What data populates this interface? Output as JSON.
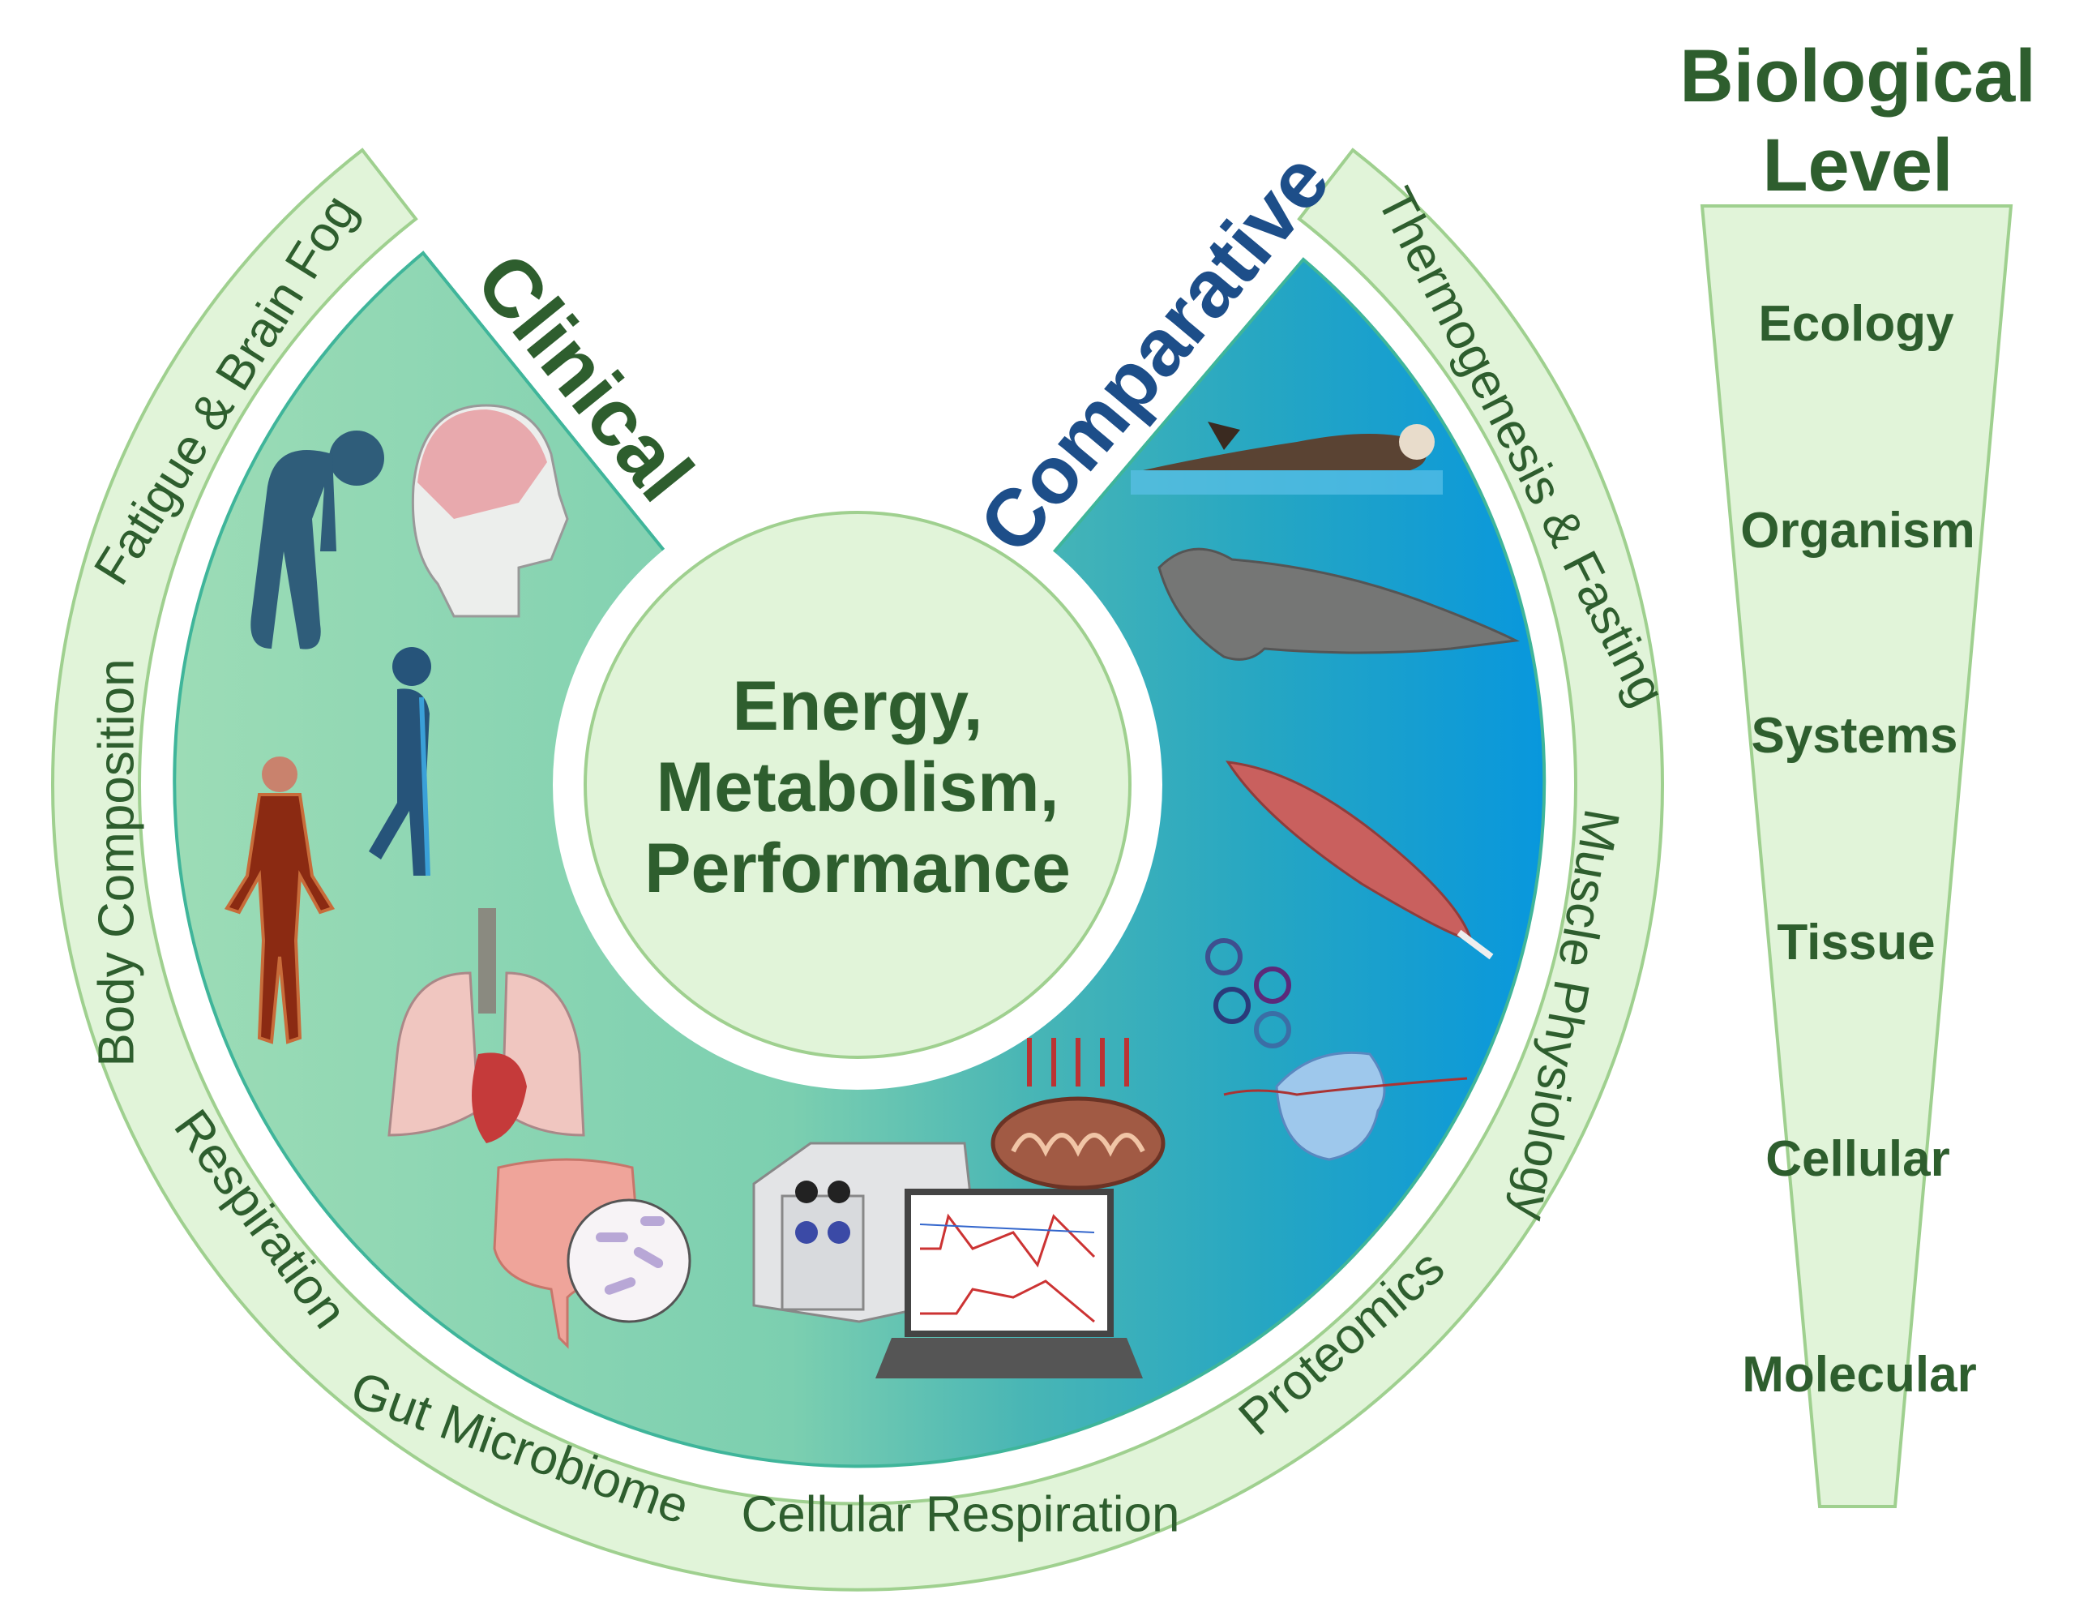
{
  "center": {
    "lines": [
      "Energy,",
      "Metabolism,",
      "Performance"
    ]
  },
  "sectors": {
    "clinical": {
      "label": "Clinical",
      "color": "#2e5e2e"
    },
    "comparative": {
      "label": "Comparative",
      "color": "#1d4e89"
    }
  },
  "ring_labels": [
    "Thermogenesis & Fasting",
    "Muscle Physiology",
    "Proteomics",
    "Cellular Respiration",
    "Gut Microbiome",
    "Respiration",
    "Body Composition",
    "Fatigue & Brain Fog"
  ],
  "biological_level": {
    "title_lines": [
      "Biological",
      "Level"
    ],
    "levels": [
      "Ecology",
      "Organism",
      "Systems",
      "Tissue",
      "Cellular",
      "Molecular"
    ]
  },
  "colors": {
    "band_fill": "#e1f4d9",
    "band_stroke": "#9fd08f",
    "clinical_green": "#93d9b4",
    "comparative_blue": "#0a99dc",
    "text_green": "#2e5e2e"
  }
}
